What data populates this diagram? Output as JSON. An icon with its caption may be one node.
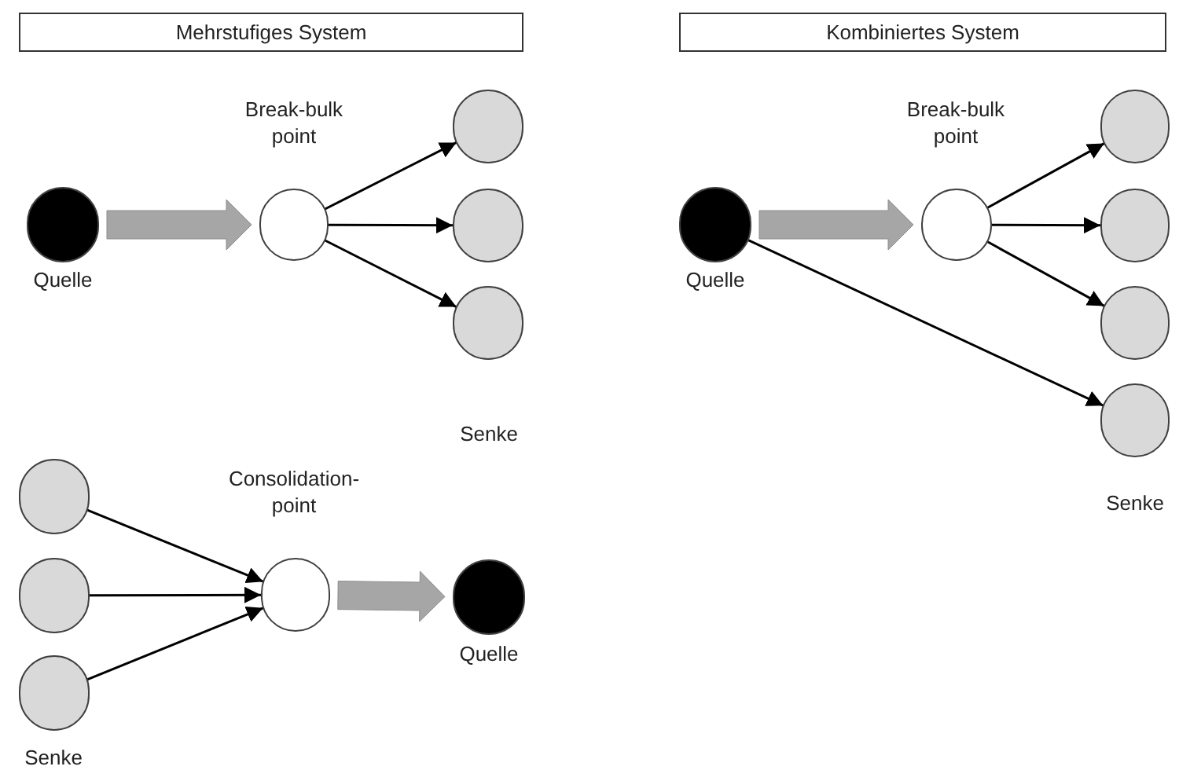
{
  "diagram": {
    "nodes": [
      {
        "text": [
          "Mehrstufiges System"
        ]
      },
      {
        "text": [
          "Kombiniertes System"
        ]
      },
      {
        "text": [],
        "shape": "circle",
        "beside": [
          "Quelle"
        ]
      },
      {
        "text": [],
        "shape": "circle",
        "beside": [
          "Break-bulk point"
        ]
      },
      {
        "text": [],
        "shape": "circle"
      },
      {
        "text": [],
        "shape": "circle"
      },
      {
        "text": [],
        "shape": "circle"
      },
      {
        "text": [],
        "shape": "circle"
      },
      {
        "text": [],
        "shape": "circle"
      },
      {
        "text": [],
        "shape": "circle"
      },
      {
        "text": [],
        "shape": "circle",
        "beside": [
          "Consolidation- point"
        ]
      },
      {
        "text": [],
        "shape": "circle",
        "beside": [
          "Quelle"
        ]
      },
      {
        "text": [],
        "shape": "circle",
        "beside": [
          "Quelle"
        ]
      },
      {
        "text": [],
        "shape": "circle",
        "beside": [
          "Break-bulk point"
        ]
      },
      {
        "text": [],
        "shape": "circle"
      },
      {
        "text": [],
        "shape": "circle"
      },
      {
        "text": [],
        "shape": "circle"
      },
      {
        "text": [],
        "shape": "circle"
      }
    ],
    "edges": [
      {
        "from": 2,
        "to": 3,
        "arrow": "to",
        "style": "thick",
        "color": "#a6a6a6"
      },
      {
        "from": 3,
        "to": 4,
        "arrow": "to"
      },
      {
        "from": 3,
        "to": 5,
        "arrow": "to"
      },
      {
        "from": 3,
        "to": 6,
        "arrow": "to"
      },
      {
        "from": 7,
        "to": 10,
        "arrow": "to"
      },
      {
        "from": 8,
        "to": 10,
        "arrow": "to"
      },
      {
        "from": 9,
        "to": 10,
        "arrow": "to"
      },
      {
        "from": 10,
        "to": 11,
        "arrow": "to",
        "style": "thick",
        "color": "#a6a6a6"
      },
      {
        "from": 12,
        "to": 13,
        "arrow": "to",
        "style": "thick",
        "color": "#a6a6a6"
      },
      {
        "from": 13,
        "to": 14,
        "arrow": "to"
      },
      {
        "from": 13,
        "to": 15,
        "arrow": "to"
      },
      {
        "from": 13,
        "to": 16,
        "arrow": "to"
      },
      {
        "from": 12,
        "to": 17,
        "arrow": "to"
      }
    ],
    "labels": [
      "Senke",
      "Senke",
      "Senke"
    ]
  }
}
